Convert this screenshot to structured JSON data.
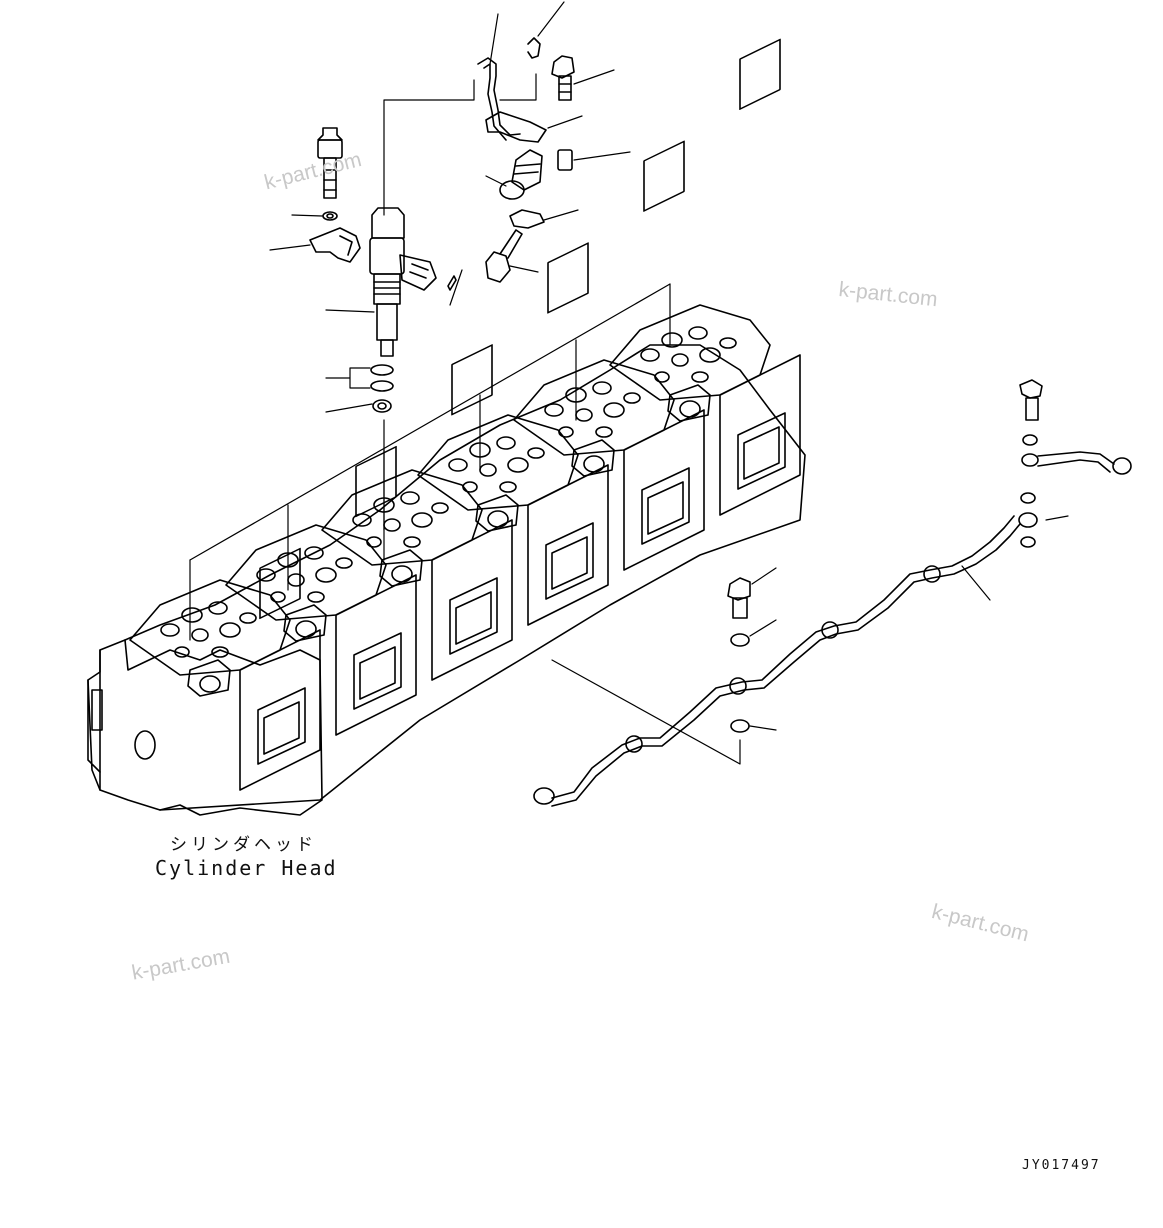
{
  "labels": {
    "cylinder_head_ja": "シリンダヘッド",
    "cylinder_head_en": "Cylinder Head",
    "drawing_number": "JY017497"
  },
  "watermarks": [
    "k-part.com",
    "k-part.com",
    "k-part.com",
    "k-part.com"
  ],
  "colors": {
    "line": "#000000",
    "watermark": "#c8c8c8",
    "background": "#ffffff"
  }
}
